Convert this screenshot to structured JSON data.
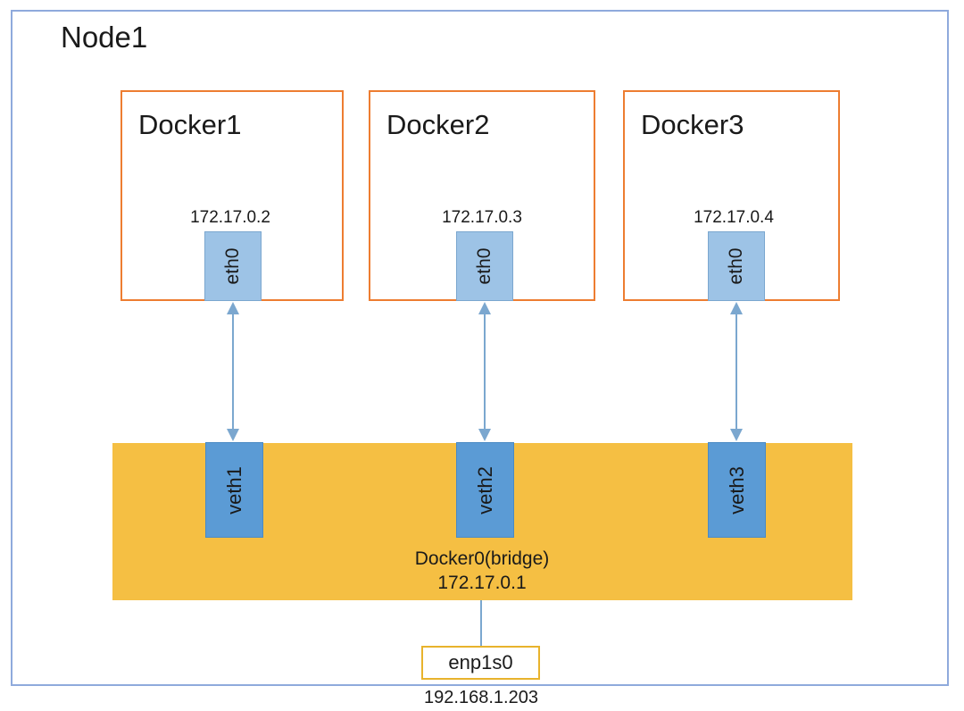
{
  "diagram": {
    "title": "Node1",
    "node_border_color": "#8FAADC",
    "bridge_color": "#F5BF43",
    "docker_border_color": "#ED7D31",
    "eth_port_color": "#9DC3E6",
    "veth_port_color": "#5B9BD5",
    "nic_border_color": "#E8B32C"
  },
  "containers": [
    {
      "name": "Docker1",
      "ip": "172.17.0.2",
      "interface": "eth0"
    },
    {
      "name": "Docker2",
      "ip": "172.17.0.3",
      "interface": "eth0"
    },
    {
      "name": "Docker3",
      "ip": "172.17.0.4",
      "interface": "eth0"
    }
  ],
  "bridge": {
    "name": "Docker0(bridge)",
    "ip": "172.17.0.1",
    "ports": [
      {
        "name": "veth1"
      },
      {
        "name": "veth2"
      },
      {
        "name": "veth3"
      }
    ]
  },
  "host_nic": {
    "name": "enp1s0",
    "ip": "192.168.1.203"
  }
}
